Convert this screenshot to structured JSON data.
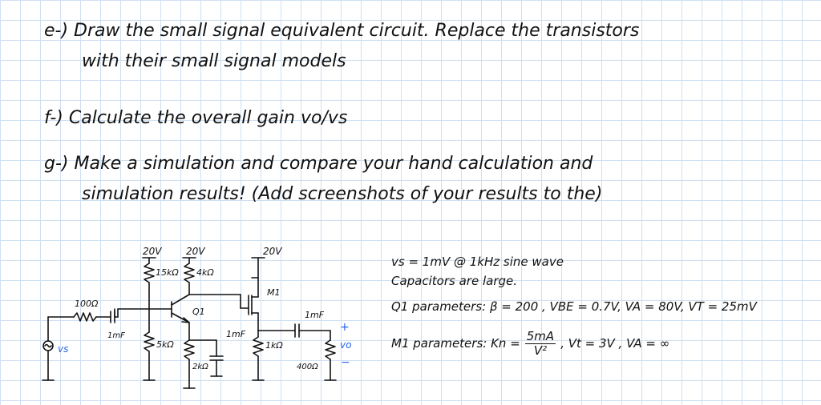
{
  "questions": {
    "e_line1": "e-) Draw the small signal equivalent circuit. Replace the transistors",
    "e_line2": "with their small signal models",
    "f_line": "f-) Calculate the overall gain vo/vs",
    "g_line1": "g-) Make a simulation and compare your hand calculation and",
    "g_line2": "simulation results! (Add screenshots of your results to the)"
  },
  "circuit": {
    "supply_1": "20V",
    "supply_2": "20V",
    "supply_3": "20V",
    "r_15k": "15kΩ",
    "r_4k": "4kΩ",
    "r_100": "100Ω",
    "c_in": "1mF",
    "r_5k": "5kΩ",
    "r_2k": "2kΩ",
    "c_bypass": "1mF",
    "r_1k": "1kΩ",
    "c_out": "1mF",
    "r_400": "400Ω",
    "q1": "Q1",
    "m1": "M1",
    "vs": "vs",
    "vo": "vo",
    "plus": "+",
    "minus": "−"
  },
  "params": {
    "vs_line": "vs = 1mV @ 1kHz sine wave",
    "cap_line": "Capacitors are large.",
    "q1_line": "Q1 parameters: β = 200 , VBE = 0.7V, VA = 80V, VT = 25mV",
    "m1_prefix": "M1 parameters: Kn =",
    "kn_num": "5mA",
    "kn_den": "V²",
    "m1_suffix": ", Vt = 3V , VA = ∞"
  }
}
